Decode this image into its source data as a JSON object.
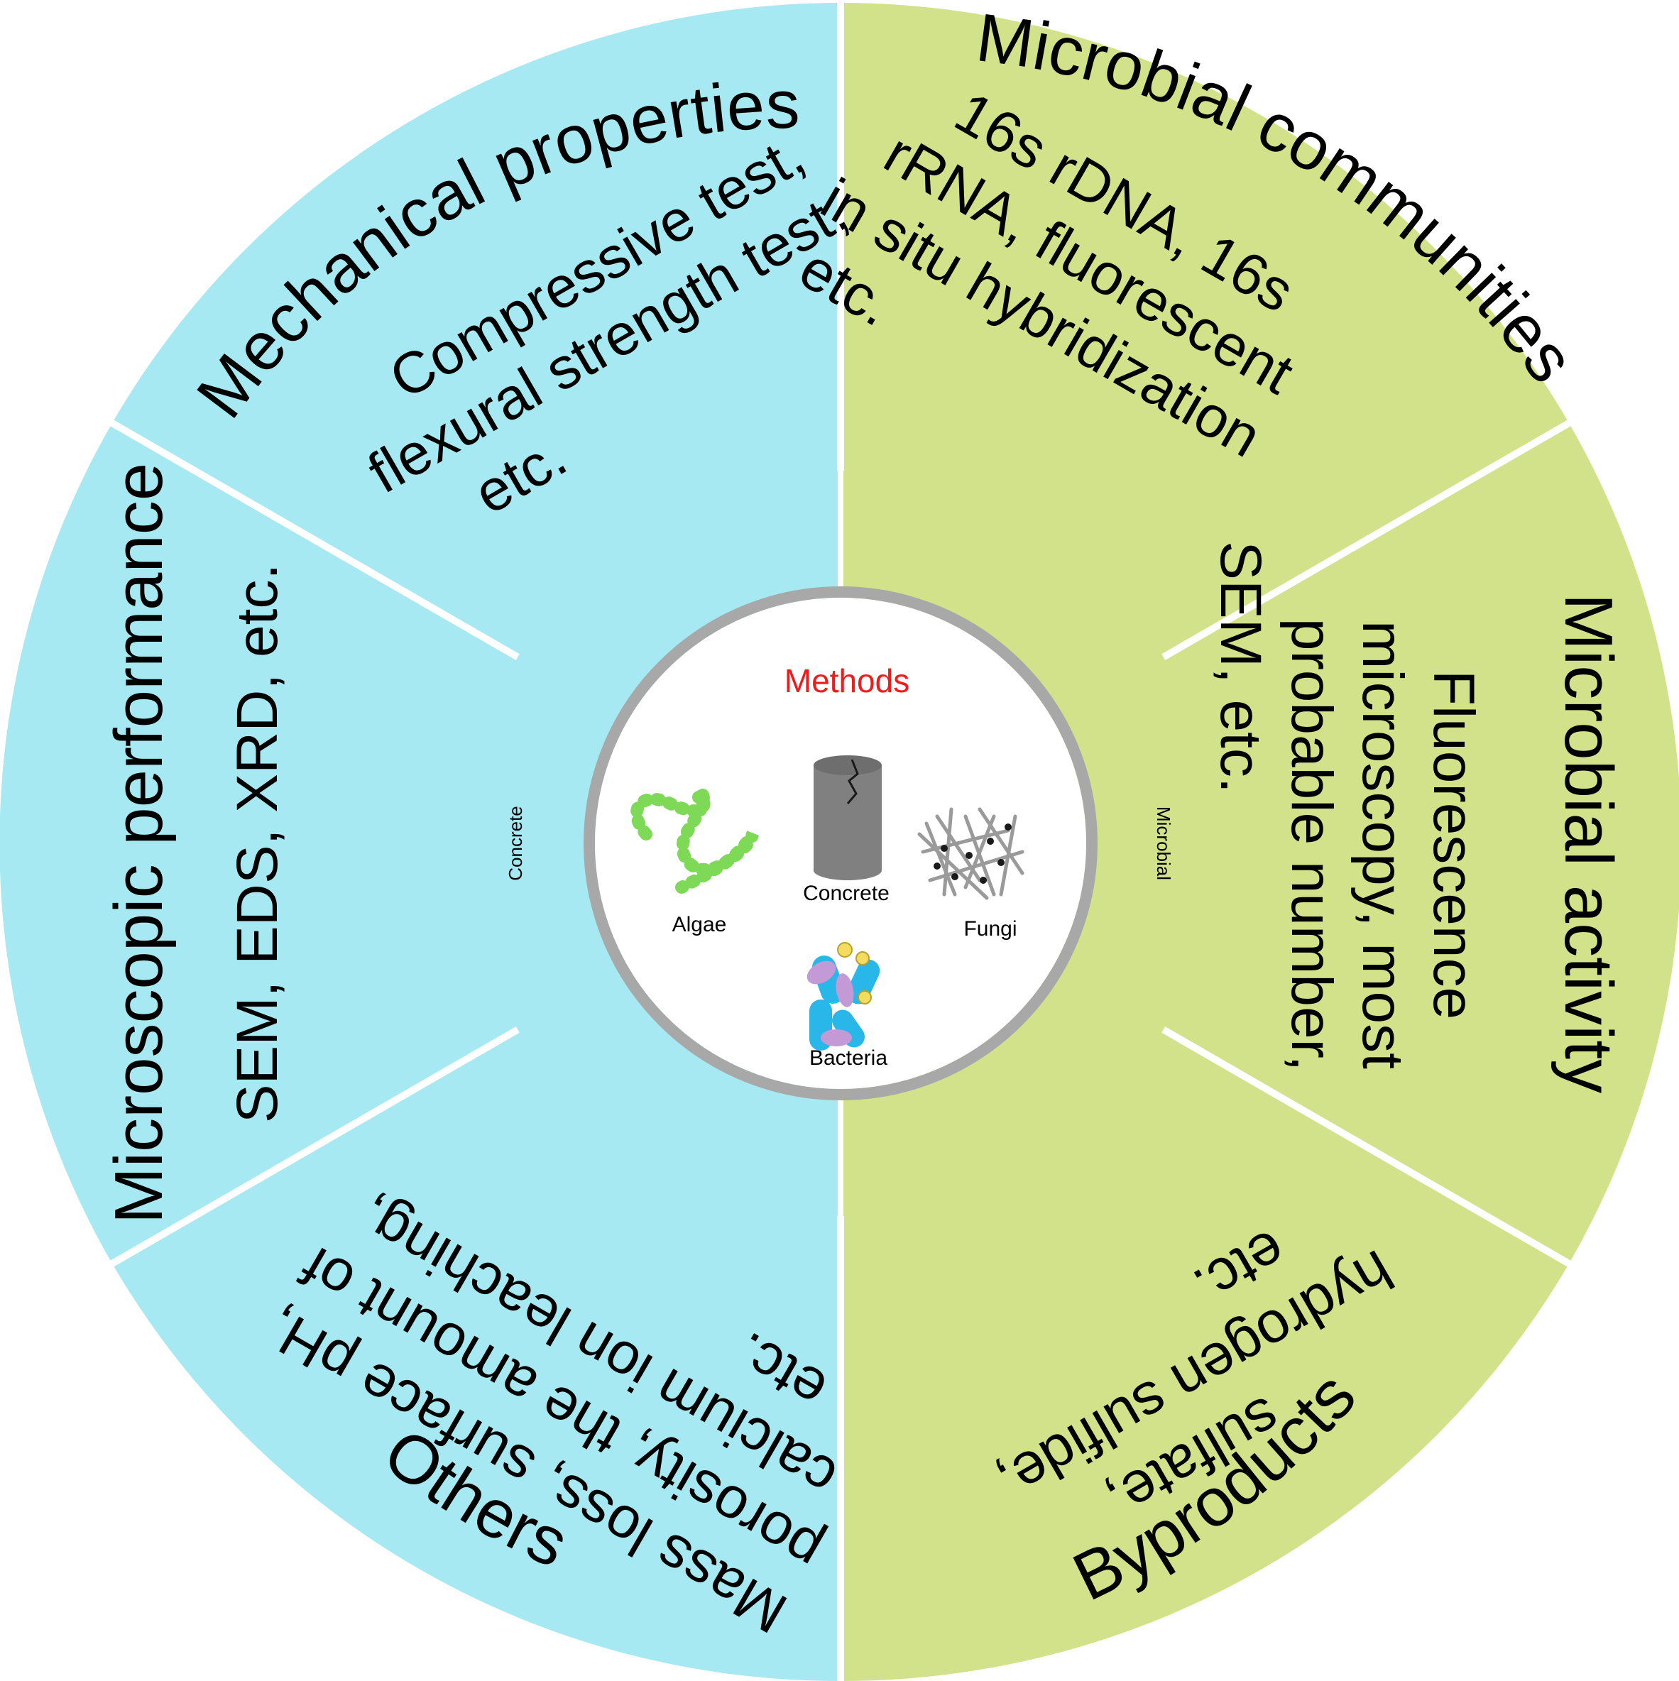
{
  "colors": {
    "concrete_side": "#a7e9f2",
    "microbial_side": "#d1e28a",
    "ring_gray": "#a8a8a8",
    "methods_red": "#ee1c1c",
    "algae_green": "#7ed957",
    "cylinder_gray": "#808080",
    "fungi_gray": "#9a9a9a",
    "bacteria_blue": "#29b6e8",
    "bacteria_purple": "#c49ad6",
    "bacteria_yellow": "#f3dc5e"
  },
  "sectors": {
    "mechanical": {
      "title": "Mechanical properties",
      "lines": [
        "Compressive test,",
        "flexural strength test,",
        "etc."
      ]
    },
    "microscopic": {
      "title": "Microscopic performance",
      "lines": [
        "SEM, EDS, XRD, etc."
      ]
    },
    "others": {
      "title": "Others",
      "lines": [
        "Mass loss, surface pH,",
        "porosity, the amount of",
        "calcium ion leaching,",
        "etc."
      ]
    },
    "communities": {
      "title": "Microbial communities",
      "lines": [
        "16s rDNA, 16s",
        "rRNA, fluorescent",
        "in situ hybridization",
        "etc."
      ]
    },
    "activity": {
      "title": "Microbial activity",
      "lines": [
        "Fluorescence",
        "microscopy, most",
        "probable number,",
        "SEM, etc."
      ]
    },
    "byproducts": {
      "title": "Byproducts",
      "lines": [
        "sulfate,",
        "hydrogen sulfide,",
        "etc."
      ]
    }
  },
  "ring_labels": {
    "left": "Concrete",
    "right": "Microbial"
  },
  "core": {
    "heading": "Methods",
    "items": {
      "algae": "Algae",
      "concrete": "Concrete",
      "fungi": "Fungi",
      "bacteria": "Bacteria"
    }
  }
}
